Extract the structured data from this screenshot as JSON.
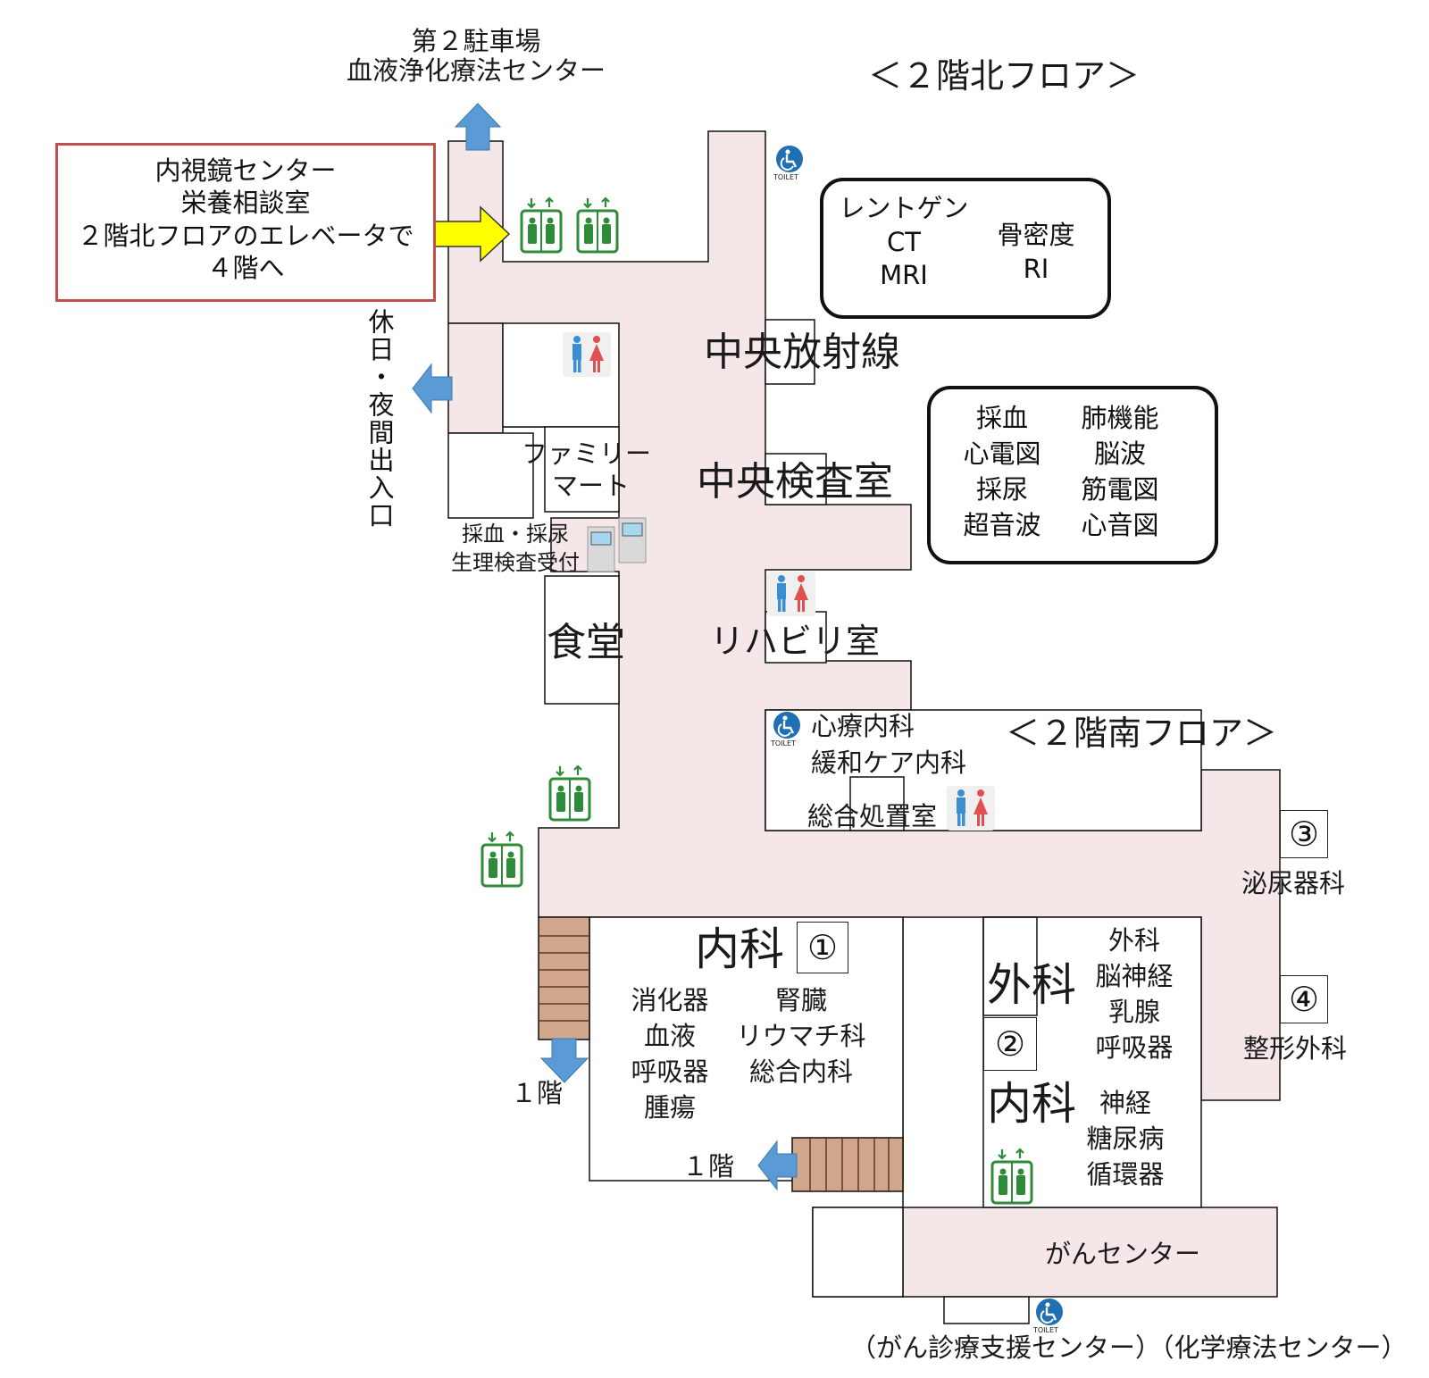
{
  "top_label": {
    "line1": "第２駐車場",
    "line2": "血液浄化療法センター"
  },
  "north_floor": "＜２階北フロア＞",
  "south_floor": "＜２階南フロア＞",
  "callout": {
    "lines": [
      "内視鏡センター",
      "栄養相談室",
      "２階北フロアのエレベータで",
      "４階へ"
    ]
  },
  "night_entrance": "休日・夜間出入口",
  "imaging_box": {
    "col1": [
      "レントゲン",
      "CT",
      "MRI"
    ],
    "col2": [
      "骨密度",
      "RI"
    ]
  },
  "central_radiology": "中央放射線",
  "family_mart": {
    "line1": "ファミリー",
    "line2": "マート"
  },
  "central_lab": "中央検査室",
  "lab_box": {
    "col1": [
      "採血",
      "心電図",
      "採尿",
      "超音波"
    ],
    "col2": [
      "肺機能",
      "脳波",
      "筋電図",
      "心音図"
    ]
  },
  "reception": {
    "line1": "採血・採尿",
    "line2": "生理検査受付"
  },
  "cafeteria": "食堂",
  "rehab": "リハビリ室",
  "psychosomatic": "心療内科",
  "palliative": "緩和ケア内科",
  "treatment_room": "総合処置室",
  "urology": {
    "num": "③",
    "name": "泌尿器科"
  },
  "orthopedics": {
    "num": "④",
    "name": "整形外科"
  },
  "internal1": {
    "title": "内科",
    "num": "①",
    "col1": [
      "消化器",
      "血液",
      "呼吸器",
      "腫瘍"
    ],
    "col2": [
      "腎臓",
      "リウマチ科",
      "総合内科"
    ]
  },
  "surgery": {
    "title": "外科",
    "num": "②",
    "list": [
      "外科",
      "脳神経",
      "乳腺",
      "呼吸器"
    ]
  },
  "internal2": {
    "title": "内科",
    "list": [
      "神経",
      "糖尿病",
      "循環器"
    ]
  },
  "stairs_down1": "１階",
  "stairs_down2": "１階",
  "cancer_center": "がんセンター",
  "bottom_label": "（がん診療支援センター）（化学療法センター）",
  "toilet_word": "TOILET",
  "colors": {
    "corridor": "#f5e6e8",
    "stairs": "#d2a68a",
    "elevator": "#2e8b3a",
    "arrow_blue": "#5b9bd5",
    "arrow_yellow": "#ffff00",
    "callout_border": "#c0504d",
    "toilet_male": "#3a8fd0",
    "toilet_female": "#e05050",
    "accessible": "#1f6fb5"
  }
}
